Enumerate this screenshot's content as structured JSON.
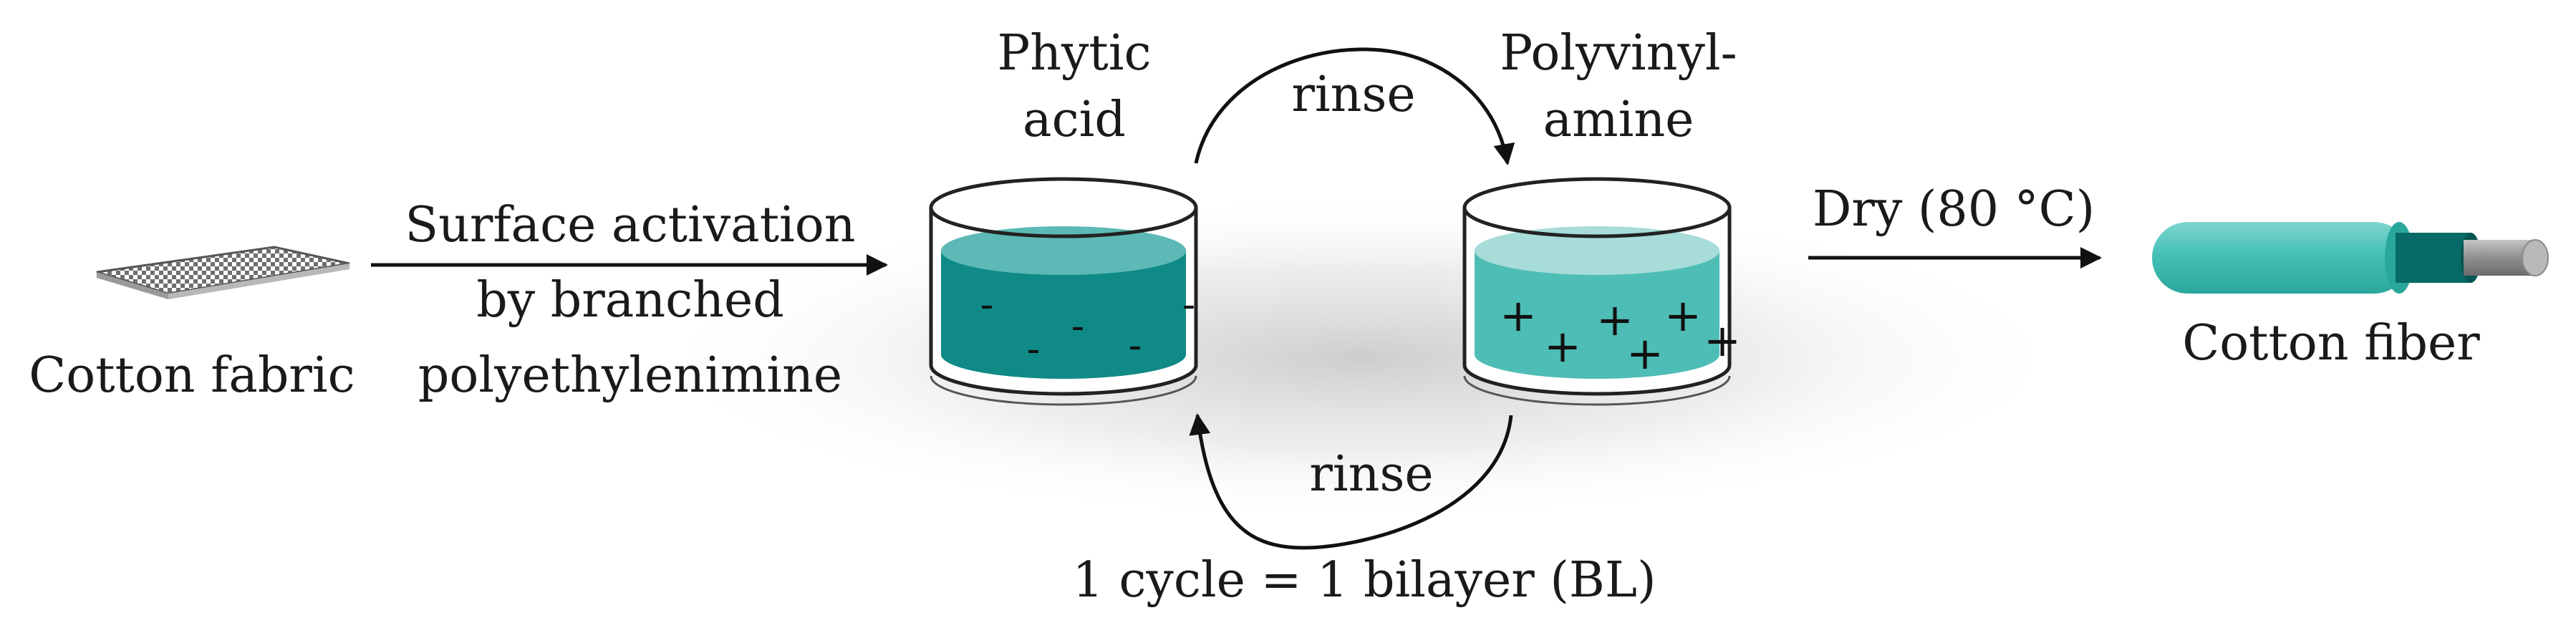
{
  "labels": {
    "cotton_fabric": "Cotton fabric",
    "step1_line1": "Surface activation",
    "step1_line2": "by branched",
    "step1_line3": "polyethylenimine",
    "phytic_line1": "Phytic",
    "phytic_line2": "acid",
    "pva_line1": "Polyvinyl-",
    "pva_line2": "amine",
    "rinse_top": "rinse",
    "rinse_bottom": "rinse",
    "dry": "Dry (80 °C)",
    "cotton_fiber": "Cotton fiber",
    "cycle_note": "1 cycle = 1 bilayer (BL)"
  },
  "charges": {
    "negative": "-",
    "positive": "+"
  },
  "colors": {
    "phytic_liquid": "#0f8a87",
    "phytic_liquid_top": "#5cb9b6",
    "pva_liquid": "#4ebdb6",
    "pva_liquid_top": "#a7dcd8",
    "fiber_outer": "#45c0b6",
    "fiber_inner": "#076a66",
    "fiber_core": "#8f8f8f"
  }
}
